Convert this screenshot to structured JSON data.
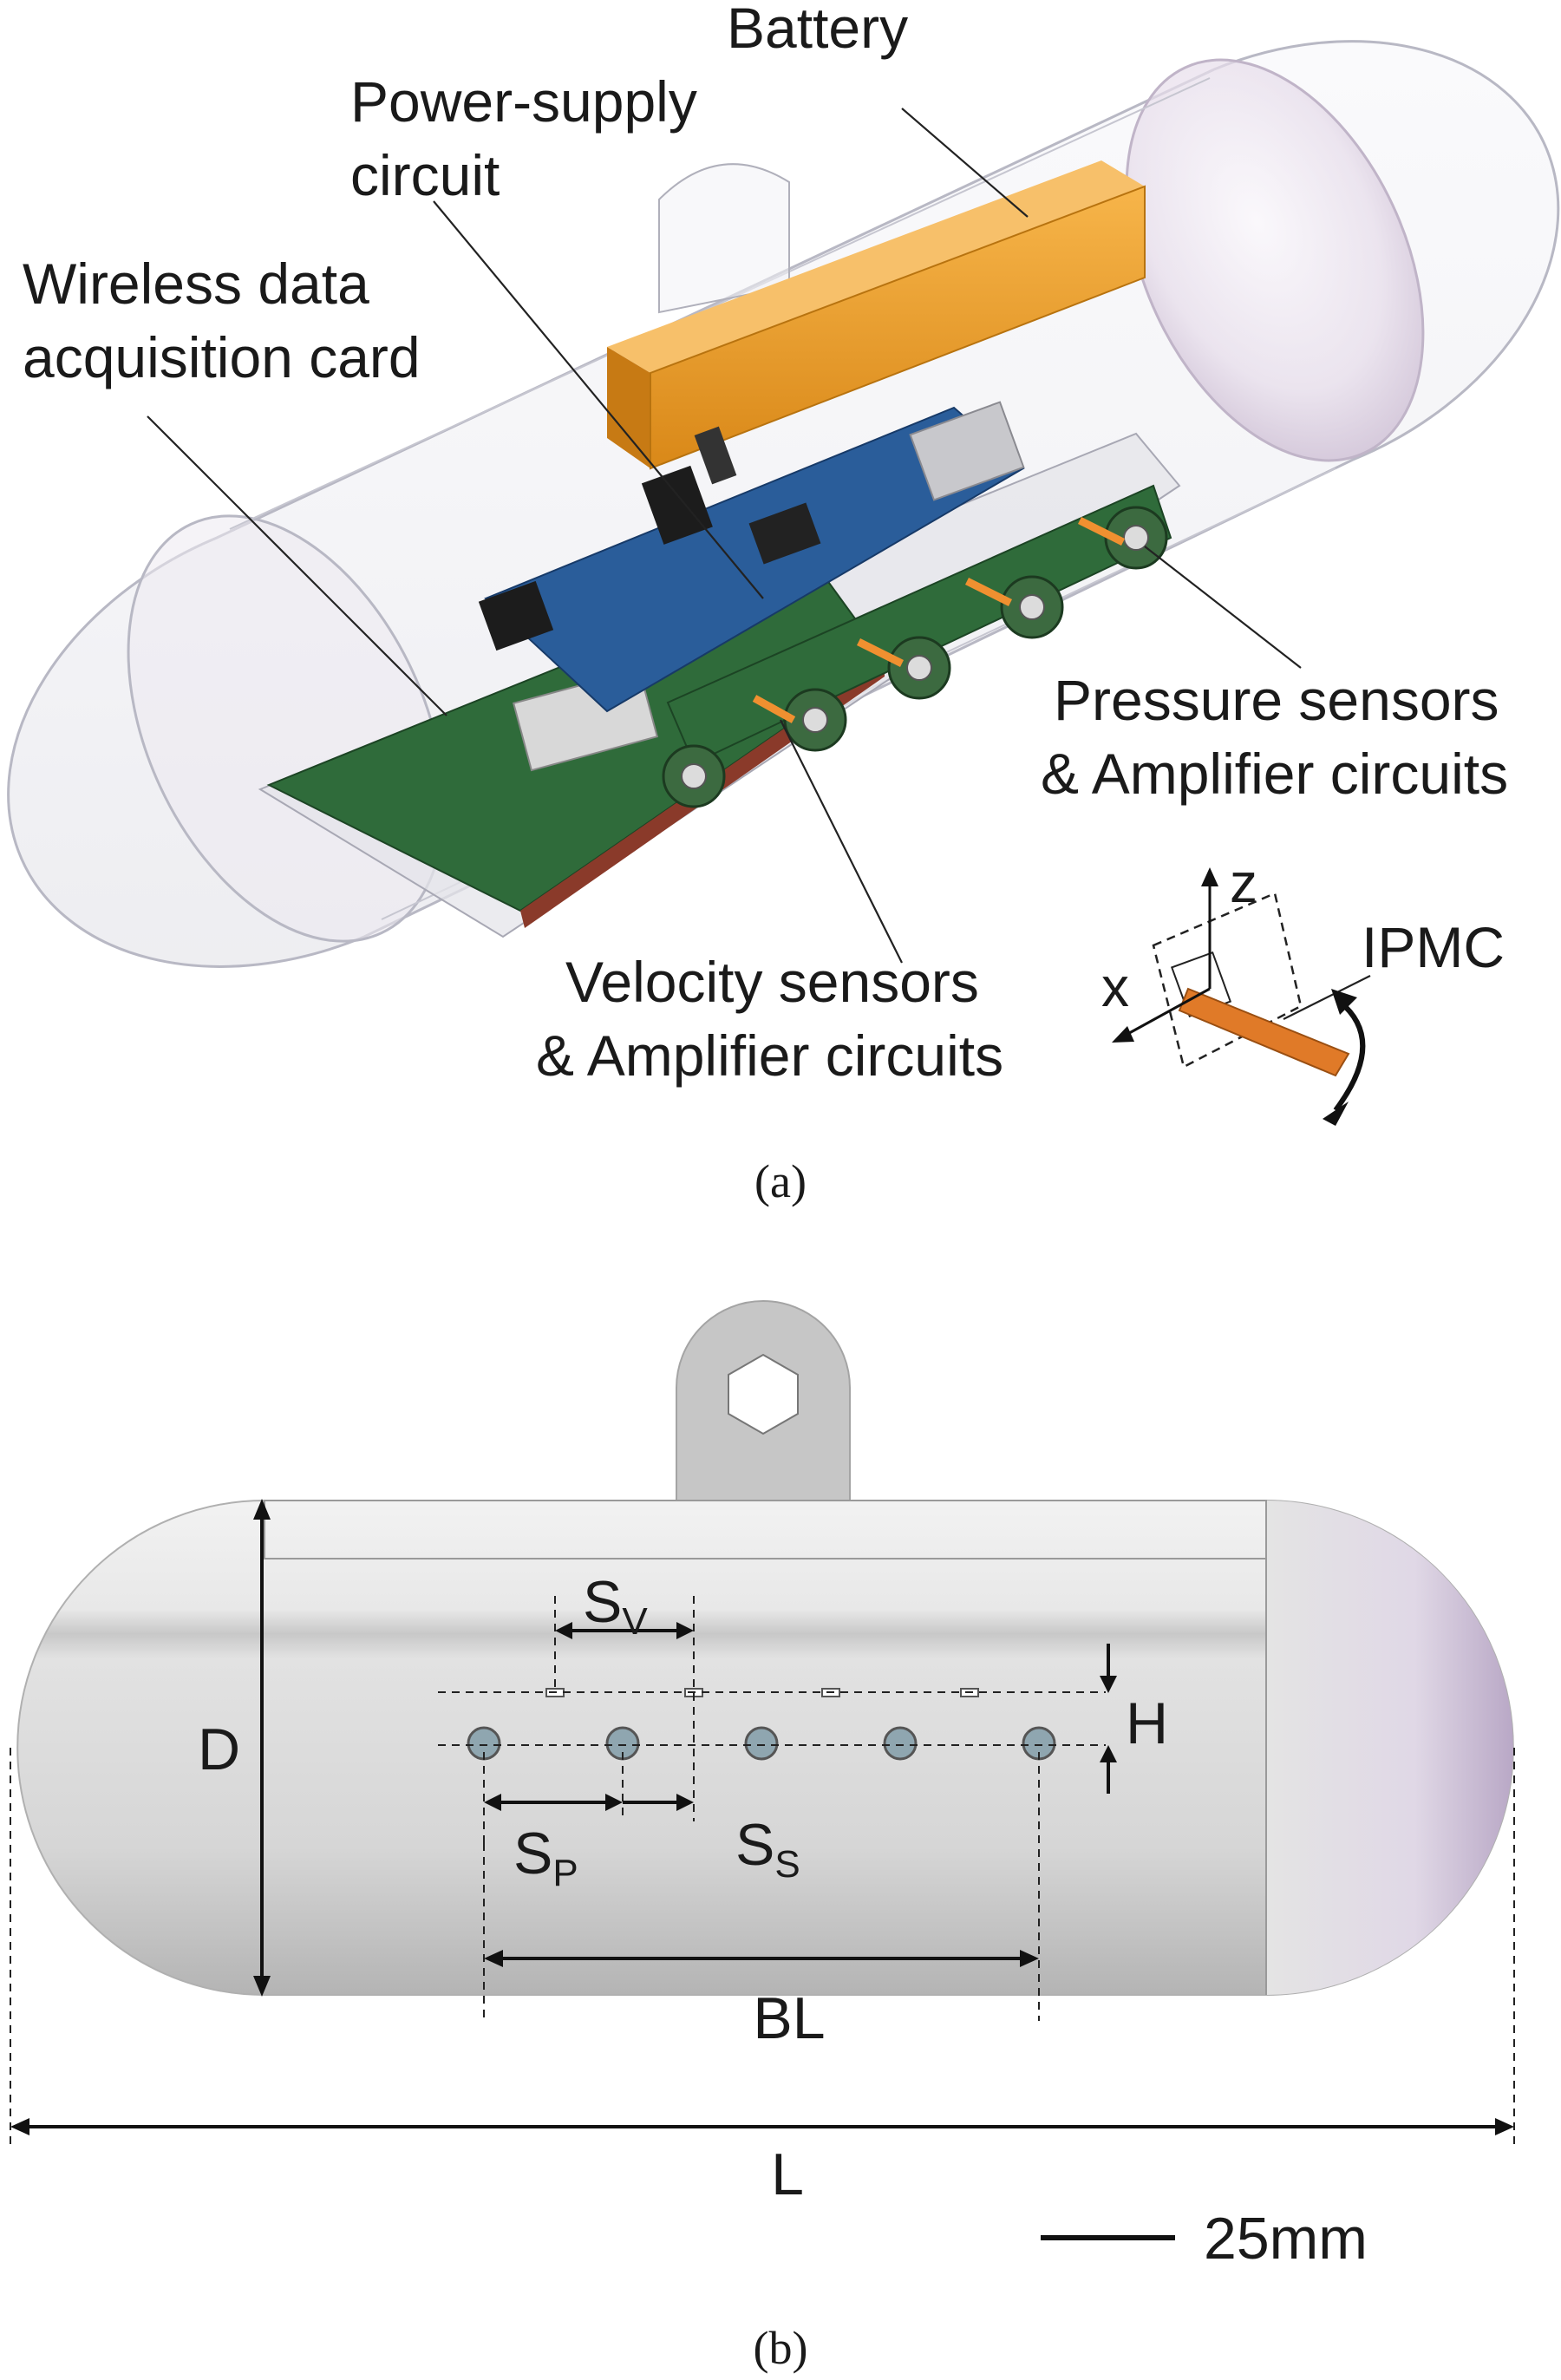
{
  "panel_a": {
    "labels": {
      "battery": "Battery",
      "power_line1": "Power-supply",
      "power_line2": "circuit",
      "wireless_line1": "Wireless data",
      "wireless_line2": "acquisition card",
      "pressure_line1": "Pressure sensors",
      "pressure_line2": "& Amplifier circuits",
      "velocity_line1": "Velocity sensors",
      "velocity_line2": "& Amplifier circuits",
      "ipmc": "IPMC",
      "axis_x": "x",
      "axis_z": "z"
    },
    "caption": "(a)"
  },
  "panel_b": {
    "dimensions": {
      "sv": "S",
      "sv_sub": "V",
      "sp": "S",
      "sp_sub": "P",
      "ss": "S",
      "ss_sub": "S",
      "h": "H",
      "d": "D",
      "bl": "BL",
      "l": "L"
    },
    "scale_bar": "25mm",
    "caption": "(b)"
  },
  "colors": {
    "battery": "#f0a030",
    "pcb_green": "#2f6b3a",
    "pcb_blue": "#2a5d9a",
    "ipmc_strip": "#e07a28",
    "hull_shell": "#e9e9ee"
  }
}
